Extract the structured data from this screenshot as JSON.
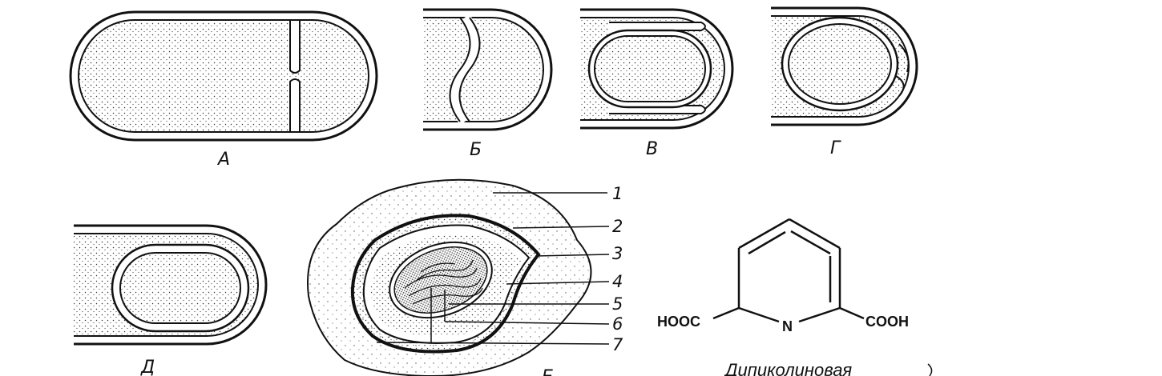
{
  "panels": {
    "a": "А",
    "b": "Б",
    "v": "В",
    "g": "Г",
    "d": "Д",
    "e": "Е"
  },
  "spore_layers": [
    "1",
    "2",
    "3",
    "4",
    "5",
    "6",
    "7"
  ],
  "molecule": {
    "left_group": "HOOC",
    "right_group": "COOH",
    "ring_atom": "N",
    "caption": "Дипиколиновая"
  }
}
